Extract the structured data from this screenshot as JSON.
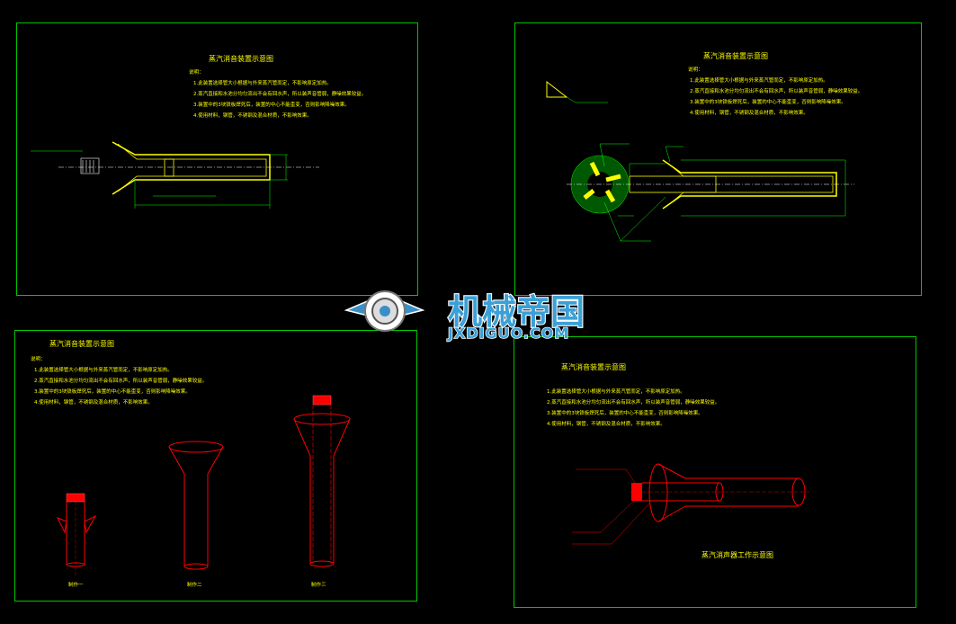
{
  "sheets": [
    {
      "title": "蒸汽消音装置示意图",
      "notes_label": "说明：",
      "notes": [
        "1.此装置选择管大小根据与外来蒸汽管而定，不影响原定加热。",
        "2.蒸汽直接和水池分均匀流出不会有回水声，所以装声音管弱，静噪效果较益。",
        "3.装置中的3块铁板焊死后，装置的中心不能歪变，否则影响降噪效果。",
        "4.使用材料，钢管，不锈钢及混合材质，不影响效果。"
      ]
    },
    {
      "title": "蒸汽消音装置示意图",
      "notes_label": "说明：",
      "notes": [
        "1.此装置选择管大小根据与外来蒸汽管而定，不影响原定加热。",
        "2.蒸汽直接和水池分均匀流出不会有回水声，所以装声音管弱，静噪效果较益。",
        "3.装置中的3块铁板焊死后，装置的中心不能歪变，否则影响降噪效果。",
        "4.使用材料，钢管，不锈钢及混合材质，不影响效果。"
      ]
    },
    {
      "title": "蒸汽消音装置示意图",
      "notes_label": "说明：",
      "notes": [
        "1.此装置选择管大小根据与外来蒸汽管而定，不影响原定加热。",
        "2.蒸汽直接和水池分均匀流出不会有回水声，所以装声音管弱，静噪效果较益。",
        "3.装置中的3块铁板焊死后，装置的中心不能歪变，否则影响降噪效果。",
        "4.使用材料，钢管，不锈钢及混合材质，不影响效果。"
      ],
      "steps": [
        "制作一",
        "制作二",
        "制作三"
      ]
    },
    {
      "title": "蒸汽消音装置示意图",
      "notes": [
        "1.此装置选择管大小根据与外来蒸汽管而定，不影响原定加热。",
        "2.蒸汽直接和水池分均匀流出不会有回水声，所以装声音管弱，静噪效果较益。",
        "3.装置中的3块铁板焊死后，装置的中心不能歪变，否则影响降噪效果。",
        "4.使用材料，钢管，不锈钢及混合材质，不影响效果。"
      ],
      "caption": "蒸汽消声器工作示意图"
    }
  ],
  "watermark": {
    "cn": "机械帝国",
    "en": "JXDIGUO.COM"
  },
  "colors": {
    "frame": "#00c800",
    "title": "#ffff00",
    "part": "#ffff00",
    "red_part": "#ff0000",
    "dim": "#00ff00"
  }
}
